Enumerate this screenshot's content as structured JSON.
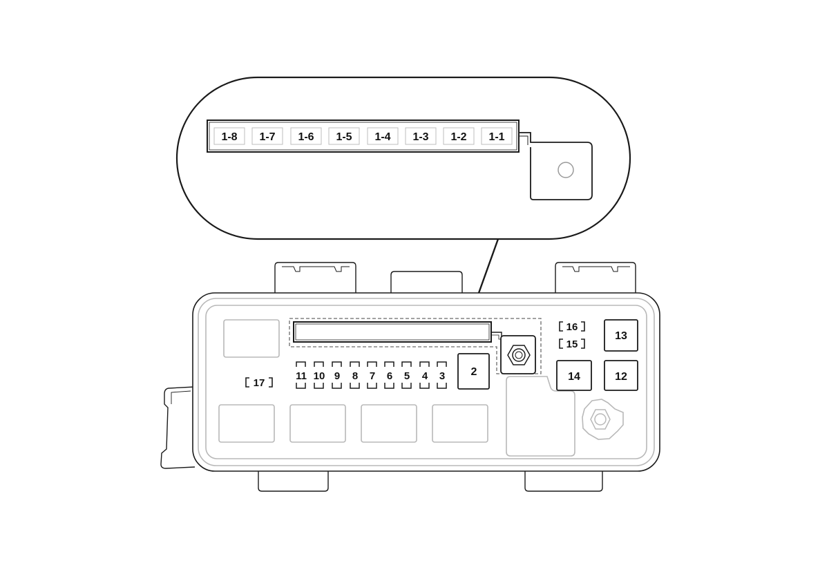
{
  "diagram": {
    "colors": {
      "outline": "#1a1a1a",
      "housing_light": "#b8b8b8",
      "housing_mid": "#9a9a9a"
    },
    "zoom_callout": {
      "strip_labels": [
        "1-8",
        "1-7",
        "1-6",
        "1-5",
        "1-4",
        "1-3",
        "1-2",
        "1-1"
      ]
    },
    "fuse_box": {
      "mini_fuses": [
        "11",
        "10",
        "9",
        "8",
        "7",
        "6",
        "5",
        "4",
        "3"
      ],
      "fuse_2": "2",
      "fuse_12": "12",
      "fuse_13": "13",
      "fuse_14": "14",
      "fuse_15": "15",
      "fuse_16": "16",
      "fuse_17": "17"
    }
  }
}
